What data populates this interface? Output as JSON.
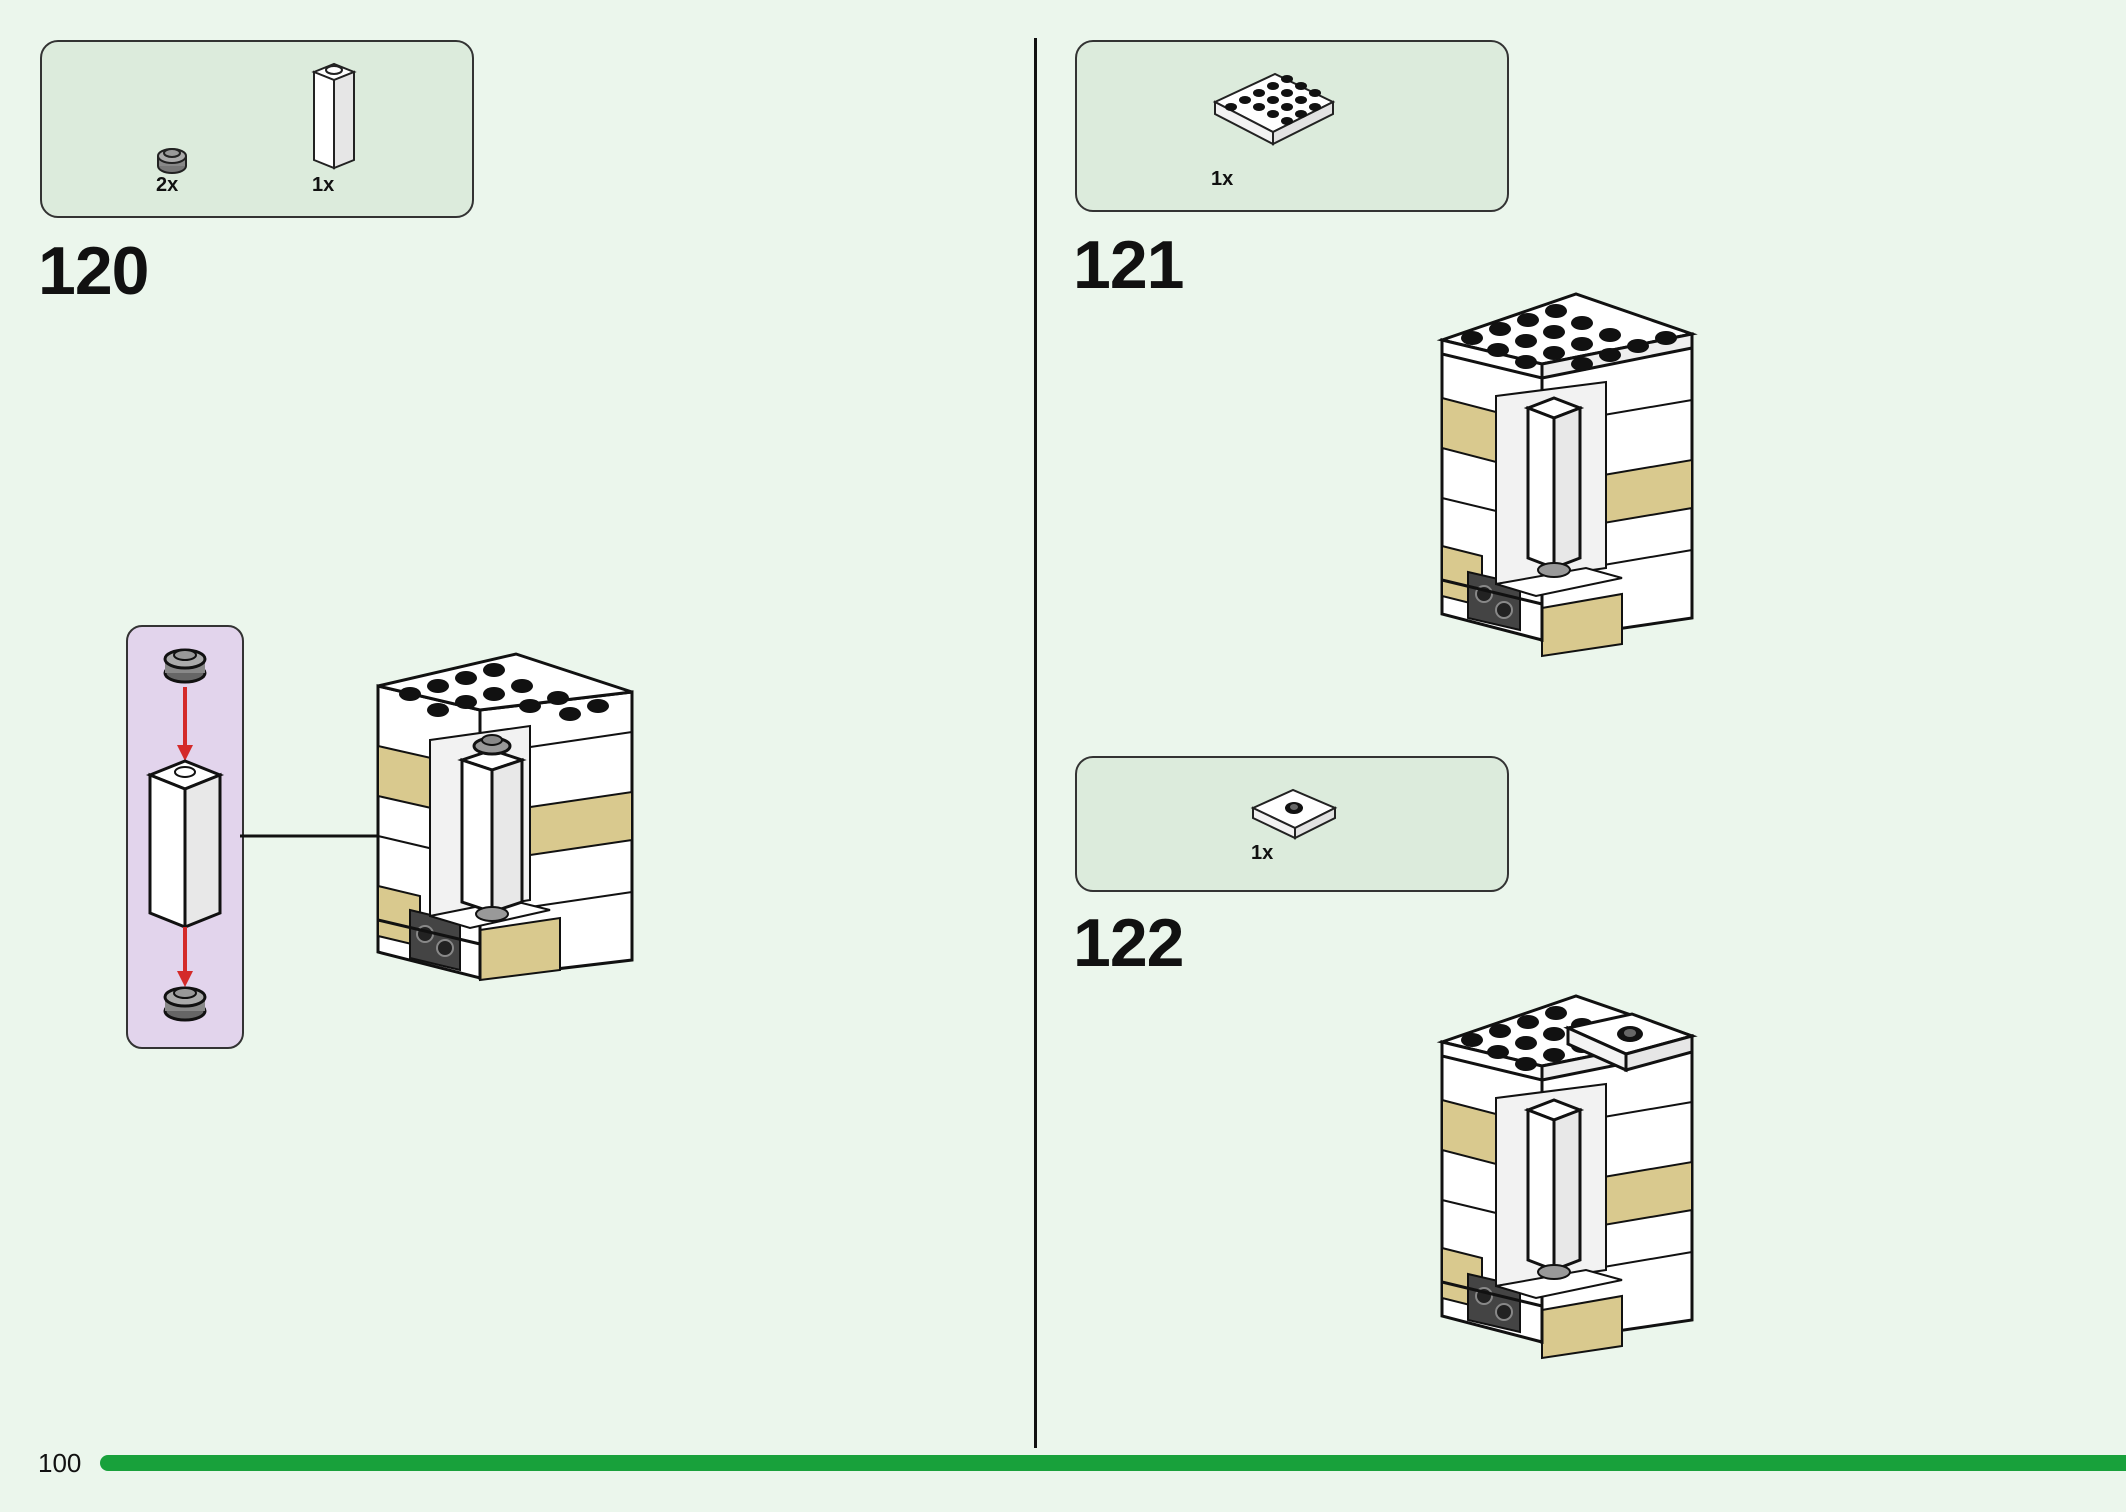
{
  "page": {
    "page_number": "100"
  },
  "steps": [
    {
      "number": "120",
      "parts": [
        {
          "count": "2x",
          "piece": "round-plate-1x1-gray"
        },
        {
          "count": "1x",
          "piece": "brick-1x1x3-white"
        }
      ]
    },
    {
      "number": "121",
      "parts": [
        {
          "count": "1x",
          "piece": "plate-4x4-white"
        }
      ]
    },
    {
      "number": "122",
      "parts": [
        {
          "count": "1x",
          "piece": "jumper-plate-2x2-white"
        }
      ]
    }
  ],
  "colors": {
    "background": "#ebf6ec",
    "parts_box": "#dcebdc",
    "callout": "#e2d4ec",
    "progress": "#18a13b",
    "tan": "#d9c98e",
    "arrow_red": "#d42a2a"
  }
}
